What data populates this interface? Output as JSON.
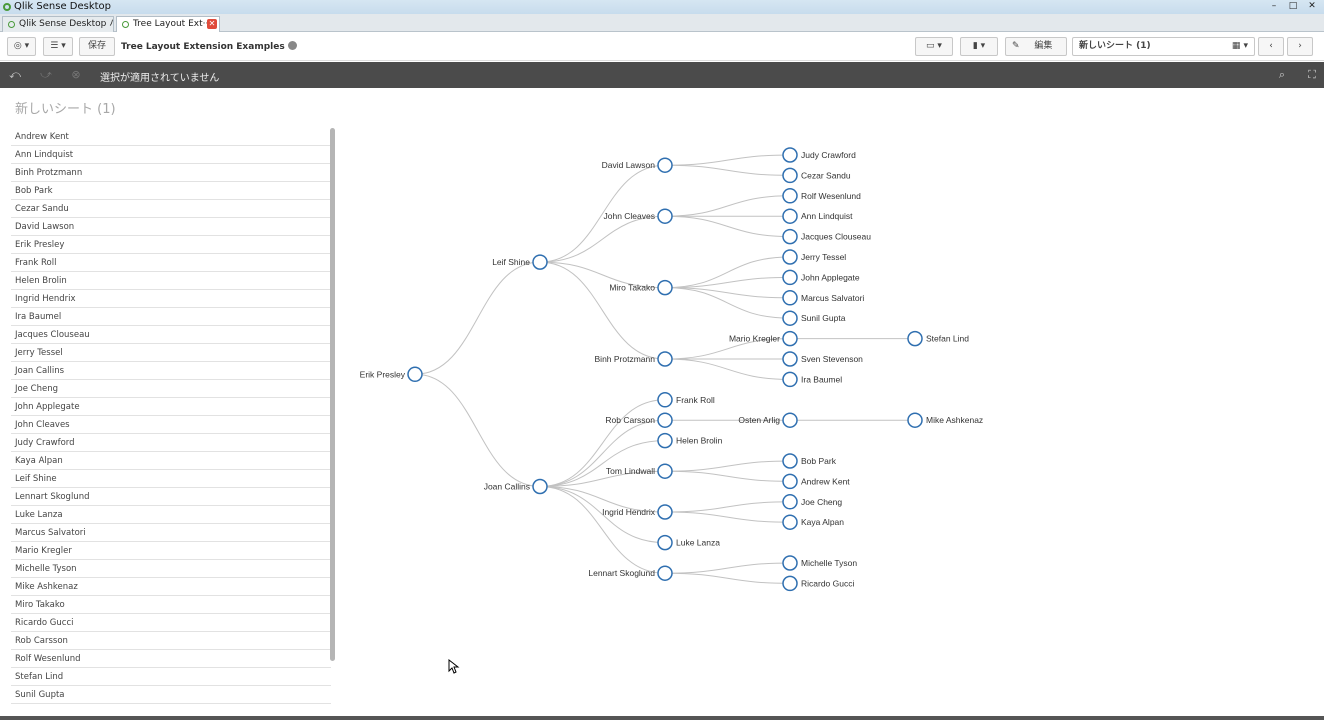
{
  "window": {
    "title": "Qlik Sense Desktop"
  },
  "tabs": [
    {
      "label": "Qlik Sense Desktop ハブ",
      "active": false
    },
    {
      "label": "Tree Layout Ext···",
      "active": true
    }
  ],
  "toolbar": {
    "save_label": "保存",
    "app_title": "Tree Layout Extension Examples",
    "edit_label": "編集",
    "sheet_label": "新しいシート (1)"
  },
  "selections": {
    "status_text": "選択が適用されていません"
  },
  "sheet": {
    "title": "新しいシート (1)"
  },
  "listbox": {
    "items": [
      "Andrew Kent",
      "Ann Lindquist",
      "Binh Protzmann",
      "Bob Park",
      "Cezar Sandu",
      "David Lawson",
      "Erik Presley",
      "Frank Roll",
      "Helen Brolin",
      "Ingrid Hendrix",
      "Ira Baumel",
      "Jacques Clouseau",
      "Jerry Tessel",
      "Joan Callins",
      "Joe Cheng",
      "John Applegate",
      "John Cleaves",
      "Judy Crawford",
      "Kaya Alpan",
      "Leif Shine",
      "Lennart Skoglund",
      "Luke Lanza",
      "Marcus Salvatori",
      "Mario Kregler",
      "Michelle Tyson",
      "Mike Ashkenaz",
      "Miro Takako",
      "Ricardo Gucci",
      "Rob Carsson",
      "Rolf Wesenlund",
      "Stefan Lind",
      "Sunil Gupta"
    ]
  },
  "tree": {
    "name": "Erik Presley",
    "children": [
      {
        "name": "Leif Shine",
        "children": [
          {
            "name": "David Lawson",
            "children": [
              {
                "name": "Judy Crawford"
              },
              {
                "name": "Cezar Sandu"
              }
            ]
          },
          {
            "name": "John Cleaves",
            "children": [
              {
                "name": "Rolf Wesenlund"
              },
              {
                "name": "Ann Lindquist"
              },
              {
                "name": "Jacques Clouseau"
              }
            ]
          },
          {
            "name": "Miro Takako",
            "children": [
              {
                "name": "Jerry Tessel"
              },
              {
                "name": "John Applegate"
              },
              {
                "name": "Marcus Salvatori"
              },
              {
                "name": "Sunil Gupta"
              }
            ]
          },
          {
            "name": "Binh Protzmann",
            "children": [
              {
                "name": "Mario Kregler",
                "children": [
                  {
                    "name": "Stefan Lind"
                  }
                ]
              },
              {
                "name": "Sven Stevenson"
              },
              {
                "name": "Ira Baumel"
              }
            ]
          }
        ]
      },
      {
        "name": "Joan Callins",
        "children": [
          {
            "name": "Frank Roll"
          },
          {
            "name": "Rob Carsson",
            "children": [
              {
                "name": "Osten Arlig",
                "children": [
                  {
                    "name": "Mike Ashkenaz"
                  }
                ]
              }
            ]
          },
          {
            "name": "Helen Brolin"
          },
          {
            "name": "Tom Lindwall",
            "children": [
              {
                "name": "Bob Park"
              },
              {
                "name": "Andrew Kent"
              }
            ]
          },
          {
            "name": "Ingrid Hendrix",
            "children": [
              {
                "name": "Joe Cheng"
              },
              {
                "name": "Kaya Alpan"
              }
            ]
          },
          {
            "name": "Luke Lanza"
          },
          {
            "name": "Lennart Skoglund",
            "children": [
              {
                "name": "Michelle Tyson"
              },
              {
                "name": "Ricardo Gucci"
              }
            ]
          }
        ]
      }
    ]
  },
  "colors": {
    "node_stroke": "#2f6fb0",
    "link": "#c2c2c2",
    "selbar": "#4b4b4b"
  }
}
